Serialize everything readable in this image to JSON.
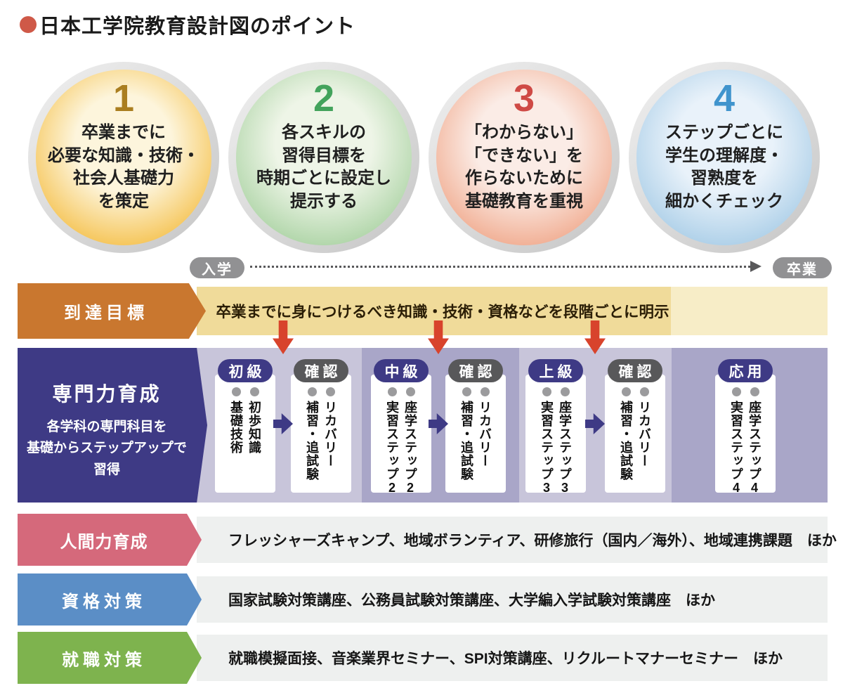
{
  "title": {
    "text": "日本工学院教育設計図のポイント"
  },
  "points": [
    {
      "number": "1",
      "lines": [
        "卒業までに",
        "必要な知識・技術・",
        "社会人基礎力",
        "を策定"
      ]
    },
    {
      "number": "2",
      "lines": [
        "各スキルの",
        "習得目標を",
        "時期ごとに設定し",
        "提示する"
      ]
    },
    {
      "number": "3",
      "lines": [
        "「わからない」",
        "「できない」を",
        "作らないために",
        "基礎教育を重視"
      ]
    },
    {
      "number": "4",
      "lines": [
        "ステップごとに",
        "学生の理解度・",
        "習熟度を",
        "細かくチェック"
      ]
    }
  ],
  "timeline": {
    "start": "入学",
    "end": "卒業"
  },
  "goal": {
    "label": "到達目標",
    "text": "卒業までに身につけるべき知識・技術・資格などを段階ごとに明示"
  },
  "specialty": {
    "label": "専門力育成",
    "sublines": [
      "各学科の専門科目を",
      "基礎からステップアップで",
      "習得"
    ],
    "cards": [
      {
        "type": "level",
        "label": "初級",
        "items": [
          "初歩知識",
          "基礎技術"
        ]
      },
      {
        "type": "check",
        "label": "確認",
        "items": [
          "リカバリー",
          "補習・追試験"
        ]
      },
      {
        "type": "level",
        "label": "中級",
        "items": [
          "座学ステップ2",
          "実習ステップ2"
        ]
      },
      {
        "type": "check",
        "label": "確認",
        "items": [
          "リカバリー",
          "補習・追試験"
        ]
      },
      {
        "type": "level",
        "label": "上級",
        "items": [
          "座学ステップ3",
          "実習ステップ3"
        ]
      },
      {
        "type": "check",
        "label": "確認",
        "items": [
          "リカバリー",
          "補習・追試験"
        ]
      },
      {
        "type": "level",
        "label": "応用",
        "items": [
          "座学ステップ4",
          "実習ステップ4"
        ]
      }
    ]
  },
  "bands": [
    {
      "label": "人間力育成",
      "text": "フレッシャーズキャンプ、地域ボランティア、研修旅行（国内／海外）、地域連携課題　ほか"
    },
    {
      "label": "資格対策",
      "text": "国家試験対策講座、公務員試験対策講座、大学編入学試験対策講座　ほか"
    },
    {
      "label": "就職対策",
      "text": "就職模擬面接、音楽業界セミナー、SPI対策講座、リクルートマナーセミナー　ほか"
    }
  ],
  "colors": {
    "title_bullet": "#cf5948",
    "point_numbers": [
      "#aa7e20",
      "#43a35c",
      "#cf4a45",
      "#4094cd"
    ],
    "point_rings": [
      "#efa82f",
      "#8cc389",
      "#e88c6c",
      "#8dbfdf"
    ],
    "timeline_pill": "#919193",
    "goal_label": "#c9772f",
    "goal_band": "#f0db9a",
    "goal_band_light": "#f7edc7",
    "down_arrow": "#d8432c",
    "specialty_label": "#3e3a85",
    "band_light": "#c8c5da",
    "band_dark": "#a9a6c8",
    "check_pill": "#58585a",
    "row_labels": [
      "#d5697b",
      "#5b8ec6",
      "#7eb34e"
    ],
    "row_bg": "#eef0ef"
  }
}
